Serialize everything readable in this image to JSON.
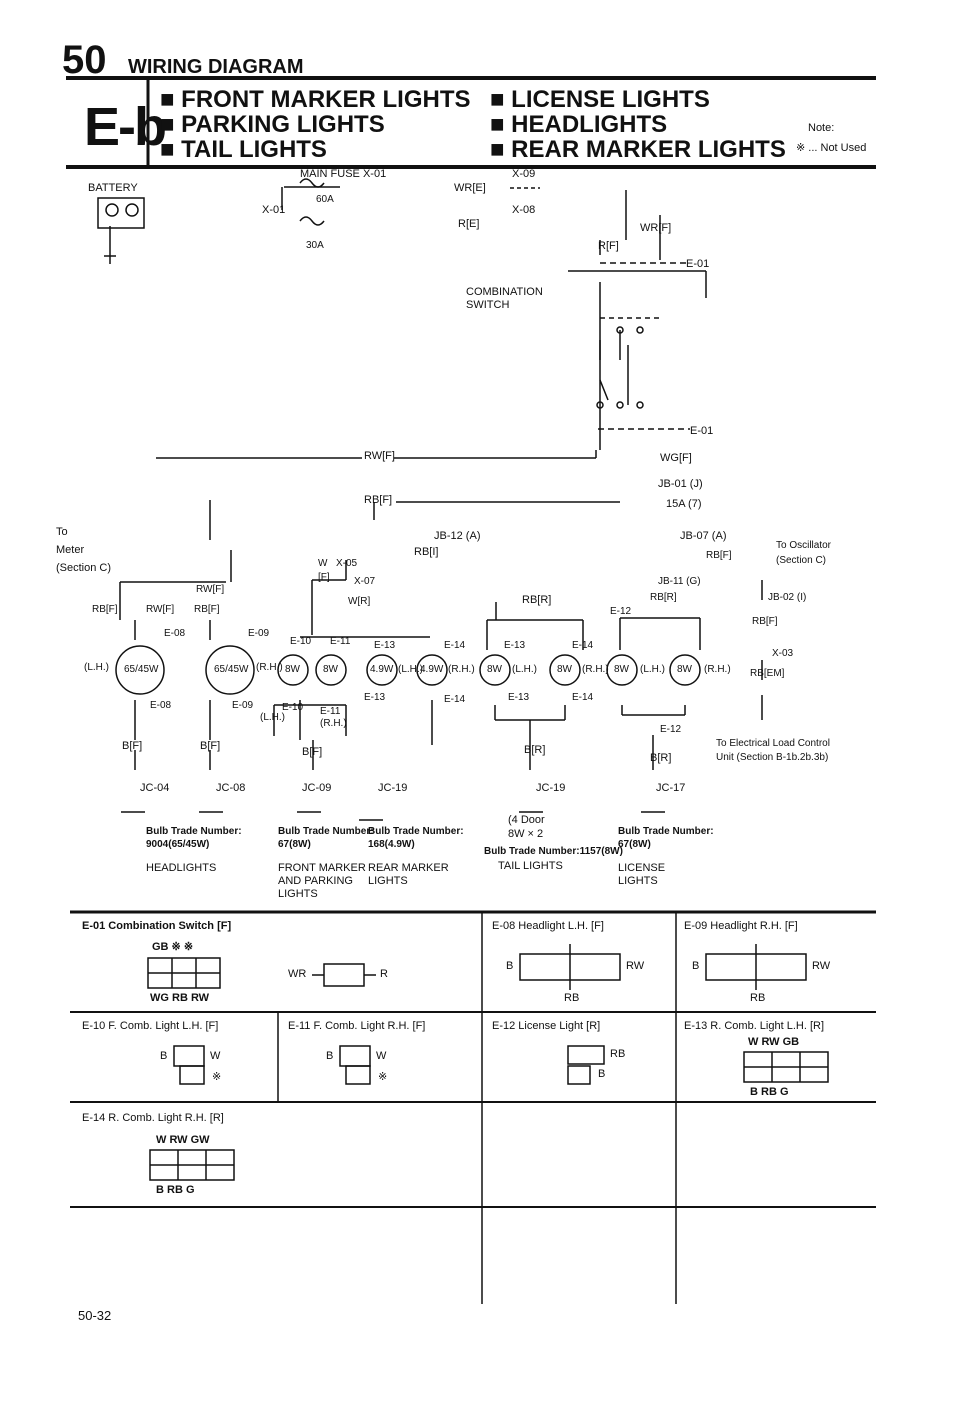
{
  "header": {
    "page_no": "50",
    "section": "WIRING DIAGRAM",
    "code": "E-b",
    "systems_left": [
      "FRONT MARKER LIGHTS",
      "PARKING LIGHTS",
      "TAIL LIGHTS"
    ],
    "systems_right": [
      "LICENSE LIGHTS",
      "HEADLIGHTS",
      "REAR MARKER LIGHTS"
    ],
    "note_label": "Note:",
    "note_text": "※ ... Not Used"
  },
  "power": {
    "battery": "BATTERY",
    "main_fuse": "MAIN FUSE",
    "x01": "X-01",
    "x01b": "X-01",
    "fuse_60a": "60A",
    "fuse_30a": "30A",
    "x09": "X-09",
    "x08": "X-08",
    "wr_e": "WR[E]",
    "r_e": "R[E]",
    "wr_f": "WR[F]",
    "r_f": "R[F]",
    "e01_top": "E-01",
    "combo_switch": "COMBINATION",
    "combo_switch2": "SWITCH",
    "e01_bottom": "E-01",
    "wg_f": "WG[F]",
    "rw_f_bus": "RW[F]",
    "rb_f_bus": "RB[F]",
    "jb01": "JB-01",
    "jb01_mark": "J",
    "fuse_15a": "15A",
    "fuse_15a_mark": "7"
  },
  "circuit": {
    "to_meter": "To",
    "meter": "Meter",
    "section_c": "(Section C)",
    "rw_f": "RW[F]",
    "rb_f1": "RB[F]",
    "rw_f2": "RW[F]",
    "rb_f2": "RB[F]",
    "e08": "E-08",
    "e09": "E-09",
    "lh": "(L.H.)",
    "rh": "(R.H.)",
    "bulb_6545": "65/45W",
    "bulb_6545b": "65/45W",
    "e08b": "E-08",
    "e09b": "E-09",
    "b_f1": "B[F]",
    "b_f2": "B[F]",
    "jc04": "JC-04",
    "jc08": "JC-08",
    "jb12": "JB-12",
    "jb12_mark": "A",
    "w": "W",
    "x05": "X-05",
    "rb_i": "RB[I]",
    "f_paren": "[F]",
    "x07": "X-07",
    "w_r": "W[R]",
    "e10": "E-10",
    "e11": "E-11",
    "e13": "E-13",
    "e14": "E-14",
    "bulb_8w": "8W",
    "bulb_49w": "4.9W",
    "e10b": "E-10",
    "e11b": "E-11",
    "lh2": "(L.H.)",
    "rh2": "(R.H.)",
    "e13b": "E-13",
    "e14b": "E-14",
    "b_f3": "B[F]",
    "jc09": "JC-09",
    "jc19": "JC-19",
    "rb_r": "RB[R]",
    "e13c": "E-13",
    "e14c": "E-14",
    "b_r": "B[R]",
    "jc19b": "JC-19",
    "jb07": "JB-07",
    "jb07_mark": "A",
    "rb_f3": "RB[F]",
    "to_osc": "To Oscillator",
    "osc_sec": "(Section C)",
    "jb11": "JB-11",
    "jb11_mark": "G",
    "rb_r2": "RB[R]",
    "e12": "E-12",
    "jb02": "JB-02",
    "jb02_mark": "I",
    "rb_f4": "RB[F]",
    "x03": "X-03",
    "rb_em": "RB[EM]",
    "e12b": "E-12",
    "b_r2": "B[R]",
    "jc17": "JC-17",
    "to_elc": "To Electrical Load Control",
    "elc_unit": "Unit (Section B-1b.2b.3b)"
  },
  "labels": {
    "bulb1_t": "Bulb Trade Number:",
    "bulb1_v": "9004(65/45W)",
    "bulb1_name": "HEADLIGHTS",
    "bulb2_t": "Bulb Trade Number:",
    "bulb2_v": "67(8W)",
    "bulb2_name1": "FRONT MARKER",
    "bulb2_name2": "AND PARKING",
    "bulb2_name3": "LIGHTS",
    "bulb3_t": "Bulb Trade Number:",
    "bulb3_v": "168(4.9W)",
    "bulb3_name1": "REAR MARKER",
    "bulb3_name2": "LIGHTS",
    "door_note1": "(4 Door",
    "door_note2": "8W × 2",
    "bulb4_t": "Bulb Trade Number:1157(8W)",
    "bulb4_name": "TAIL LIGHTS",
    "bulb5_t": "Bulb Trade Number:",
    "bulb5_v": "67(8W)",
    "bulb5_name1": "LICENSE",
    "bulb5_name2": "LIGHTS"
  },
  "connectors": {
    "c1": {
      "title": "E-01 Combination Switch [F]",
      "top": "GB ※ ※",
      "bottom": "WG RB RW",
      "mid_l": "WR",
      "mid_r": "R"
    },
    "c2": {
      "title": "E-08 Headlight L.H. [F]",
      "l": "B",
      "r": "RW",
      "b": "RB"
    },
    "c3": {
      "title": "E-09 Headlight R.H. [F]",
      "l": "B",
      "r": "RW",
      "b": "RB"
    },
    "c4": {
      "title": "E-10 F. Comb. Light L.H. [F]",
      "l": "B",
      "r": "W",
      "r2": "※"
    },
    "c5": {
      "title": "E-11 F. Comb. Light R.H. [F]",
      "l": "B",
      "r": "W",
      "r2": "※"
    },
    "c6": {
      "title": "E-12 License Light [R]",
      "r": "RB",
      "r2": "B"
    },
    "c7": {
      "title": "E-13 R. Comb. Light L.H. [R]",
      "top": "W RW GB",
      "bottom": "B RB G"
    },
    "c8": {
      "title": "E-14 R. Comb. Light R.H. [R]",
      "top": "W RW GW",
      "bottom": "B RB G"
    }
  },
  "footer": {
    "page": "50-32"
  }
}
